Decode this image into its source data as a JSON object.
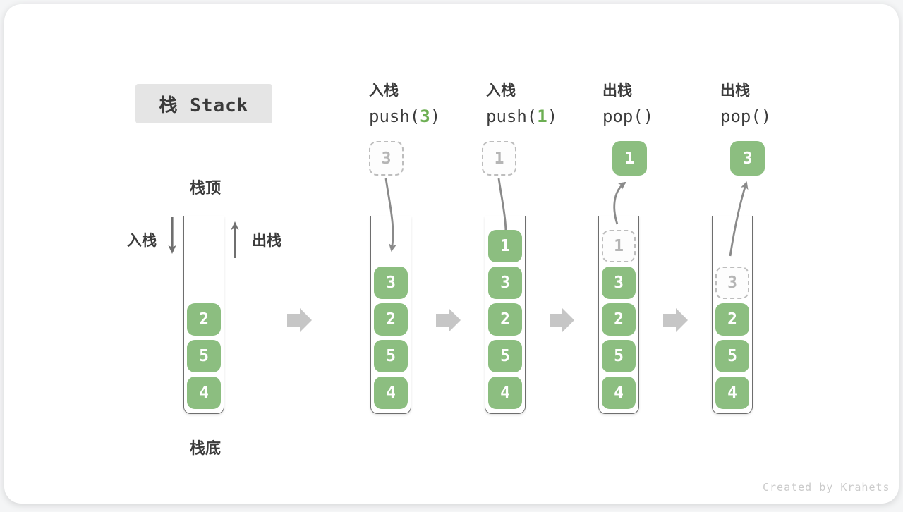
{
  "title": {
    "label": "栈 Stack"
  },
  "annotations": {
    "stack_top": "栈顶",
    "stack_bottom": "栈底",
    "push_side": "入栈",
    "pop_side": "出栈"
  },
  "operations": [
    {
      "action": "入栈",
      "code_pre": "push(",
      "code_arg": "3",
      "code_post": ")"
    },
    {
      "action": "入栈",
      "code_pre": "push(",
      "code_arg": "1",
      "code_post": ")"
    },
    {
      "action": "出栈",
      "code_pre": "pop(",
      "code_arg": "",
      "code_post": ")"
    },
    {
      "action": "出栈",
      "code_pre": "pop(",
      "code_arg": "",
      "code_post": ")"
    }
  ],
  "stacks": [
    {
      "name": "initial",
      "items": [
        "2",
        "5",
        "4"
      ]
    },
    {
      "name": "after-push-3",
      "floating": "3",
      "items": [
        "3",
        "2",
        "5",
        "4"
      ]
    },
    {
      "name": "after-push-1",
      "floating": "1",
      "items": [
        "1",
        "3",
        "2",
        "5",
        "4"
      ]
    },
    {
      "name": "after-pop-1",
      "floating": "1",
      "ghost": "1",
      "items": [
        "3",
        "2",
        "5",
        "4"
      ]
    },
    {
      "name": "after-pop-3",
      "floating": "3",
      "ghost": "3",
      "items": [
        "2",
        "5",
        "4"
      ]
    }
  ],
  "watermark": "Created by Krahets",
  "colors": {
    "box_green": "#8cbe80",
    "code_arg_green": "#6cae52",
    "text_dark": "#3c3c3c",
    "ghost_gray": "#b5b5b5",
    "dashed_border": "#bdbdbd",
    "curved_arrow": "#8a8a8a",
    "straight_arrow": "#6f6f6f",
    "block_arrow": "#c6c6c6",
    "title_bg": "#e5e5e5",
    "watermark_gray": "#cbcbcb"
  }
}
